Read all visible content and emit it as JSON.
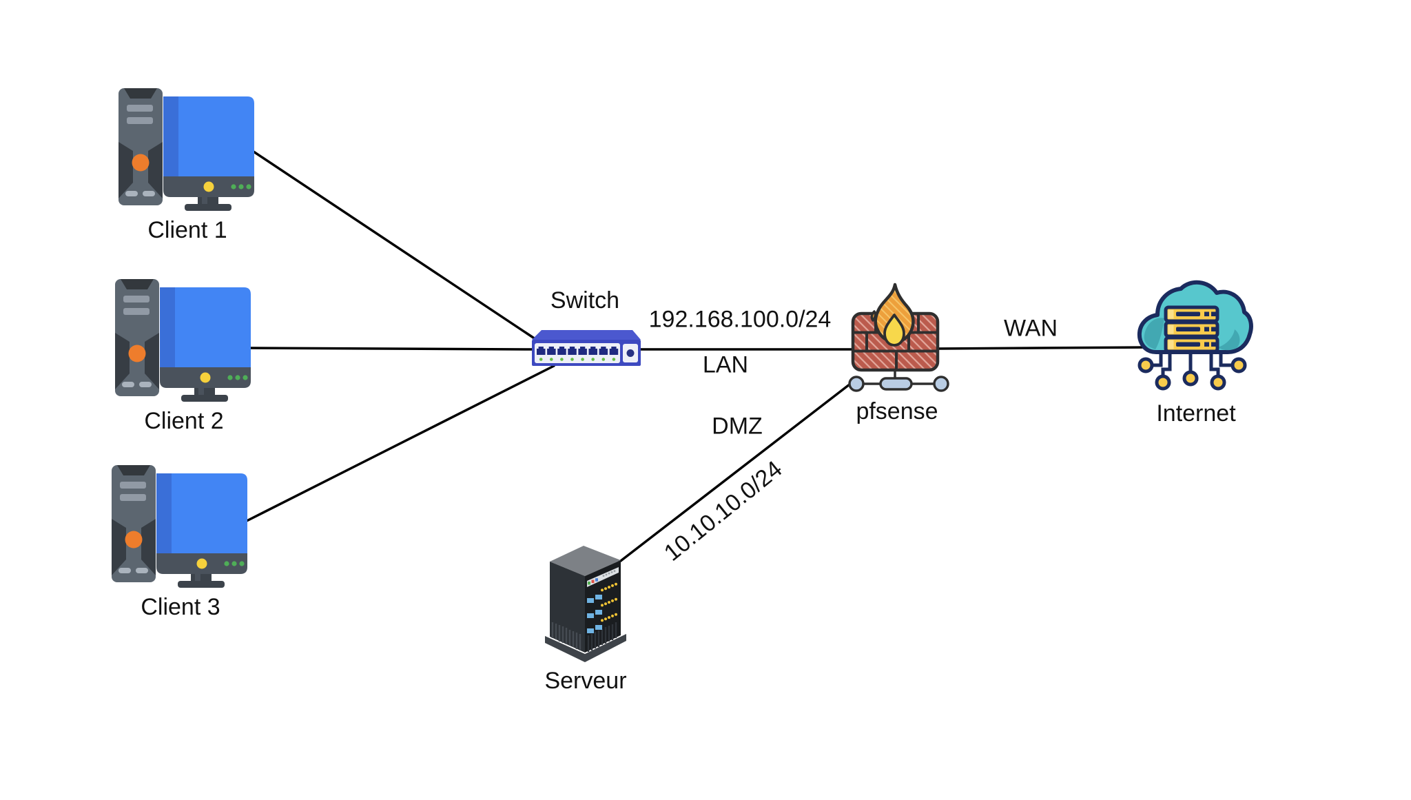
{
  "diagram": {
    "type": "network-topology",
    "nodes": {
      "client1": {
        "label": "Client 1",
        "icon": "desktop-computer-icon"
      },
      "client2": {
        "label": "Client 2",
        "icon": "desktop-computer-icon"
      },
      "client3": {
        "label": "Client 3",
        "icon": "desktop-computer-icon"
      },
      "switch": {
        "label": "Switch",
        "icon": "network-switch-icon"
      },
      "pfsense": {
        "label": "pfsense",
        "icon": "firewall-icon"
      },
      "internet": {
        "label": "Internet",
        "icon": "cloud-server-icon"
      },
      "serveur": {
        "label": "Serveur",
        "icon": "server-rack-icon"
      }
    },
    "edges": {
      "client1_switch": {
        "from": "client1",
        "to": "switch"
      },
      "client2_switch": {
        "from": "client2",
        "to": "switch"
      },
      "client3_switch": {
        "from": "client3",
        "to": "switch"
      },
      "lan": {
        "from": "switch",
        "to": "pfsense",
        "subnet_label": "192.168.100.0/24",
        "name_label": "LAN"
      },
      "wan": {
        "from": "pfsense",
        "to": "internet",
        "name_label": "WAN"
      },
      "dmz": {
        "from": "serveur",
        "to": "pfsense",
        "name_label": "DMZ",
        "subnet_label": "10.10.10.0/24"
      }
    },
    "colors": {
      "background": "#ffffff",
      "connection_line": "#000000",
      "monitor_screen_blue": "#4285f4",
      "tower_gray": "#5c6670",
      "switch_blue": "#3d49c0",
      "firewall_brick_red": "#bb5b4d",
      "flame_orange": "#f1a33e",
      "flame_yellow": "#f7d84b",
      "connector_blue": "#b9cde4",
      "cloud_teal": "#57c7cd",
      "internet_outline_navy": "#1b2b5e",
      "rack_yellow": "#f8cb4c"
    }
  }
}
